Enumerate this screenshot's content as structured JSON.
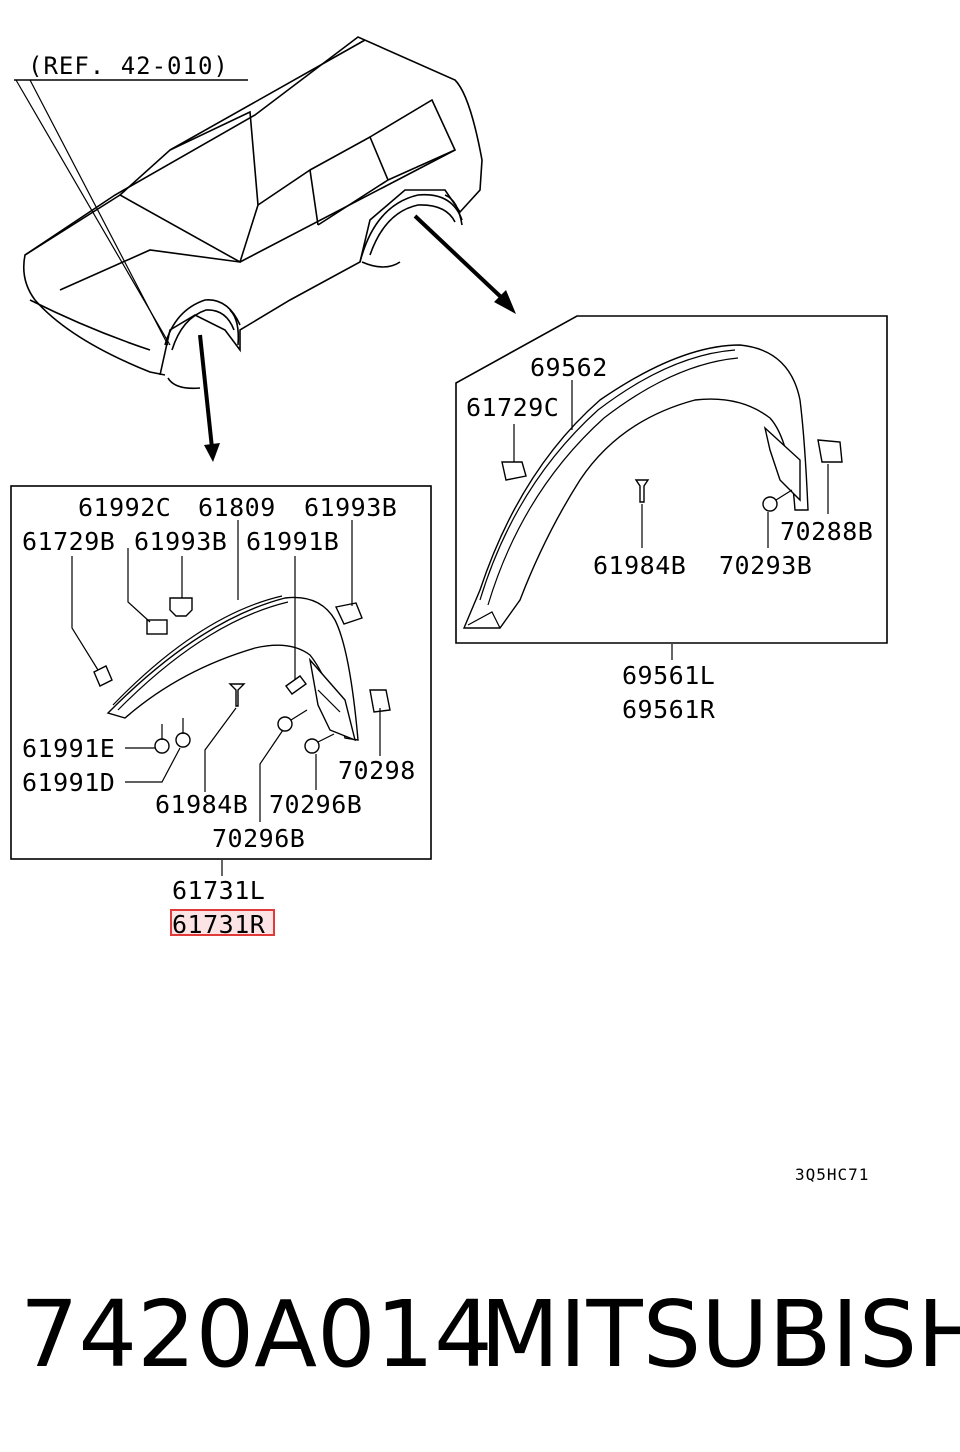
{
  "reference": "(REF. 42-010)",
  "diagram_code": "3Q5HC71",
  "footer": {
    "part_number": "7420A014",
    "brand": "MITSUBISHI"
  },
  "front_panel": {
    "labels": {
      "p61992C": "61992C",
      "p61809": "61809",
      "p61993B_top": "61993B",
      "p61729B": "61729B",
      "p61993B": "61993B",
      "p61991B": "61991B",
      "p61991E": "61991E",
      "p61991D": "61991D",
      "p61984B": "61984B",
      "p70296B_a": "70296B",
      "p70298": "70298",
      "p70296B_b": "70296B"
    },
    "assembly": [
      "61731L",
      "61731R"
    ],
    "highlighted": "61731R"
  },
  "rear_panel": {
    "labels": {
      "p69562": "69562",
      "p61729C": "61729C",
      "p70288B": "70288B",
      "p61984B": "61984B",
      "p70293B": "70293B"
    },
    "assembly": [
      "69561L",
      "69561R"
    ]
  },
  "colors": {
    "line": "#000000",
    "highlight_stroke": "#e03a3a",
    "highlight_fill": "#fde4e4"
  }
}
